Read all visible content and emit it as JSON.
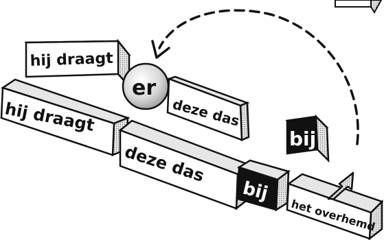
{
  "diagram": {
    "blocks": [
      {
        "id": "top-corner",
        "label": "",
        "style": "light"
      },
      {
        "id": "upper-hij-draagt",
        "label": "hij draagt",
        "style": "light"
      },
      {
        "id": "er-ball",
        "label": "er",
        "style": "sphere"
      },
      {
        "id": "upper-deze-das",
        "label": "deze das",
        "style": "light"
      },
      {
        "id": "floating-bij",
        "label": "bij",
        "style": "dark"
      },
      {
        "id": "lower-hij-draagt",
        "label": "hij draagt",
        "style": "light"
      },
      {
        "id": "lower-deze-das",
        "label": "deze das",
        "style": "light"
      },
      {
        "id": "lower-bij",
        "label": "bij",
        "style": "dark"
      },
      {
        "id": "het-overhemd",
        "label": "het overhemd",
        "style": "light"
      }
    ],
    "colors": {
      "ink": "#111111",
      "face": "#ffffff",
      "side": "#b8b8b8",
      "top": "#e6e6e6",
      "dark": "#111111",
      "sphere": "#d0d0d0"
    }
  }
}
